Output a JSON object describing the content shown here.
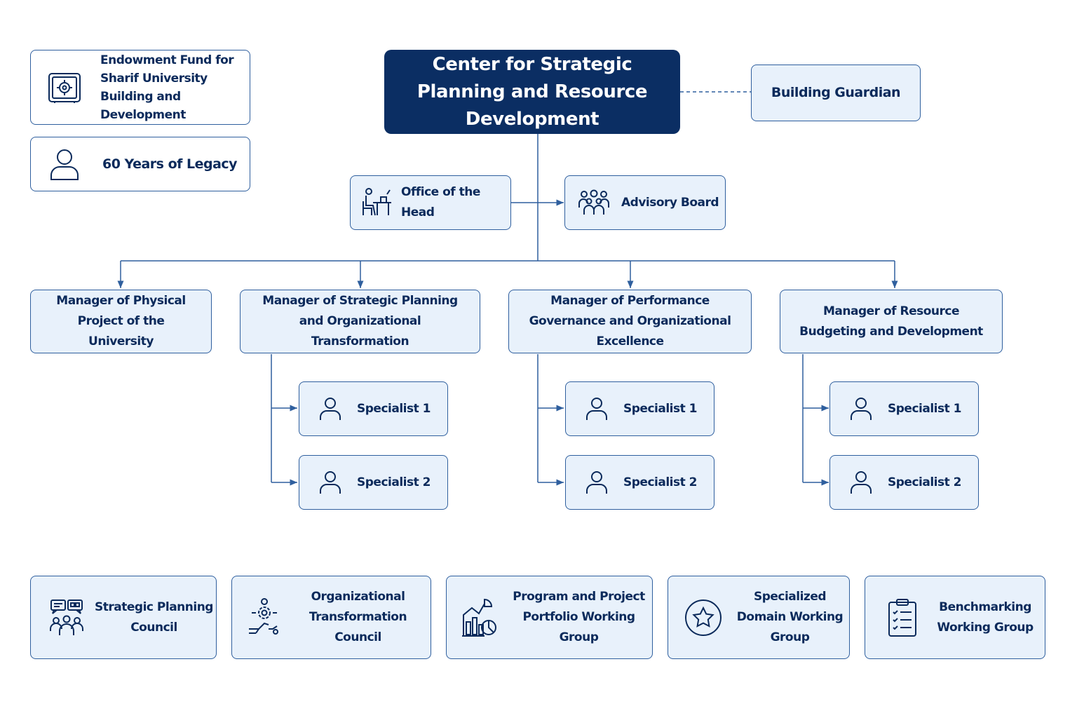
{
  "root": {
    "title": "Center for Strategic Planning and Resource Development"
  },
  "top_left": [
    {
      "label": "Endowment Fund for Sharif University Building and Development",
      "icon": "vault-icon"
    },
    {
      "label": "60 Years of Legacy",
      "icon": "person-icon"
    }
  ],
  "guardian": {
    "label": "Building Guardian"
  },
  "office_head": {
    "label": "Office of the Head",
    "icon": "desk-person-icon"
  },
  "advisory_board": {
    "label": "Advisory Board",
    "icon": "group-icon"
  },
  "managers": [
    {
      "label": "Manager of Physical Project of the University",
      "specialists": []
    },
    {
      "label": "Manager of Strategic Planning and Organizational Transformation",
      "specialists": [
        "Specialist 1",
        "Specialist 2"
      ]
    },
    {
      "label": "Manager of Performance Governance and Organizational Excellence",
      "specialists": [
        "Specialist 1",
        "Specialist 2"
      ]
    },
    {
      "label": "Manager of Resource Budgeting and Development",
      "specialists": [
        "Specialist 1",
        "Specialist 2"
      ]
    }
  ],
  "councils": [
    {
      "label": "Strategic Planning Council",
      "icon": "discussion-group-icon"
    },
    {
      "label": "Organizational Transformation Council",
      "icon": "gear-person-icon"
    },
    {
      "label": "Program and Project Portfolio Working Group",
      "icon": "portfolio-chart-icon"
    },
    {
      "label": "Specialized Domain Working Group",
      "icon": "star-icon"
    },
    {
      "label": "Benchmarking Working Group",
      "icon": "checklist-icon"
    }
  ],
  "colors": {
    "navy": "#0b2e63",
    "box_fill": "#e8f1fb",
    "border": "#2f5f9e"
  }
}
